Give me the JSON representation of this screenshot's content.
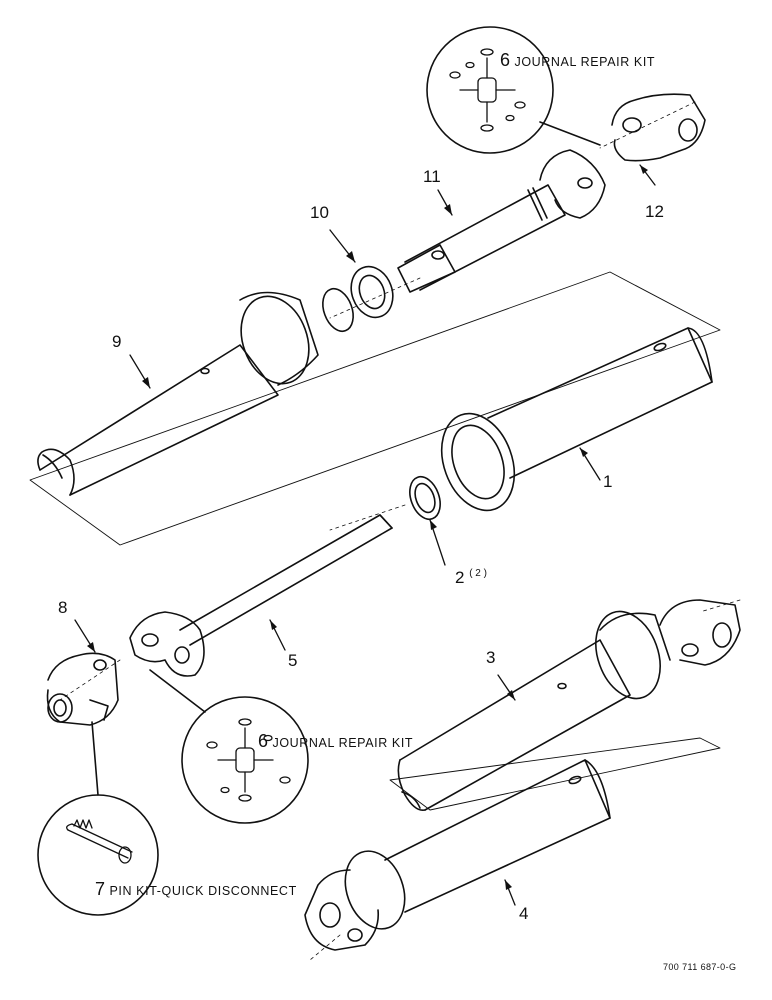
{
  "callouts": {
    "c1": "1",
    "c2": "2",
    "c2_qty": "( 2 )",
    "c3": "3",
    "c4": "4",
    "c5": "5",
    "c6_top": "6",
    "c6_bottom": "6",
    "c7": "7",
    "c8": "8",
    "c9": "9",
    "c10": "10",
    "c11": "11",
    "c12": "12"
  },
  "captions": {
    "journal_kit_top": "JOURNAL REPAIR KIT",
    "journal_kit_bottom": "JOURNAL REPAIR KIT",
    "pin_kit": "PIN KIT-QUICK DISCONNECT"
  },
  "drawing_number": "700 711 687-0-G"
}
